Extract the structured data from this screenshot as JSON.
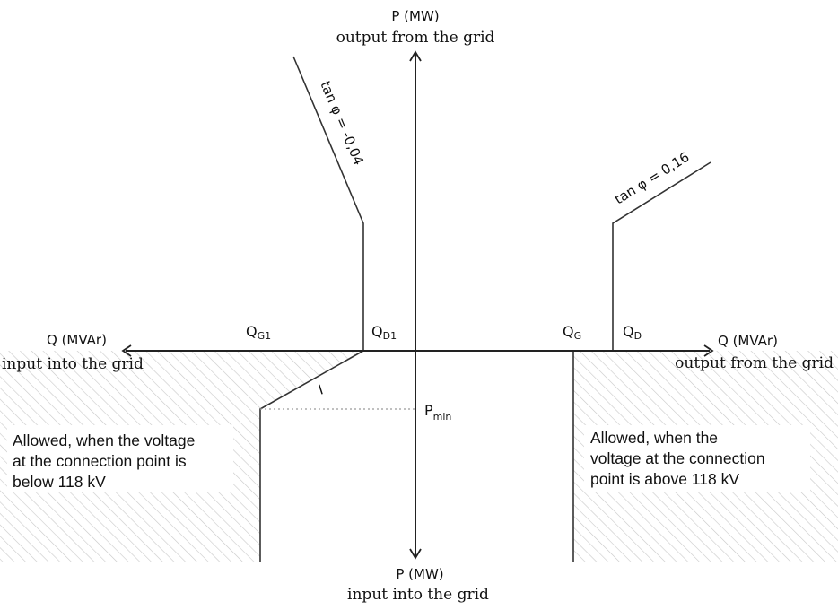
{
  "axes": {
    "p_top_label": "P (MW)",
    "p_top_sub": "output from the grid",
    "p_bottom_label": "P (MW)",
    "p_bottom_sub": "input into the grid",
    "q_left_label": "Q (MVAr)",
    "q_left_sub": "input into the grid",
    "q_right_label": "Q (MVAr)",
    "q_right_sub": "output from the grid"
  },
  "lines": {
    "tan_left": "tan φ = -0,04",
    "tan_right": "tan φ = 0,16",
    "slope_mark": "I"
  },
  "points": {
    "qg1_main": "Q",
    "qg1_sub": "G1",
    "qd1_main": "Q",
    "qd1_sub": "D1",
    "qg_main": "Q",
    "qg_sub": "G",
    "qd_main": "Q",
    "qd_sub": "D",
    "pmin_main": "P",
    "pmin_sub": "min"
  },
  "regions": {
    "left_note": [
      "Allowed, when the voltage",
      "at the connection point is",
      "below 118 kV"
    ],
    "right_note": [
      "Allowed, when the",
      "voltage at the connection",
      "point is above 118 kV"
    ]
  },
  "colors": {
    "line": "#333333",
    "hatch": "#c8c8c8",
    "dotted": "#9a9a9a"
  }
}
